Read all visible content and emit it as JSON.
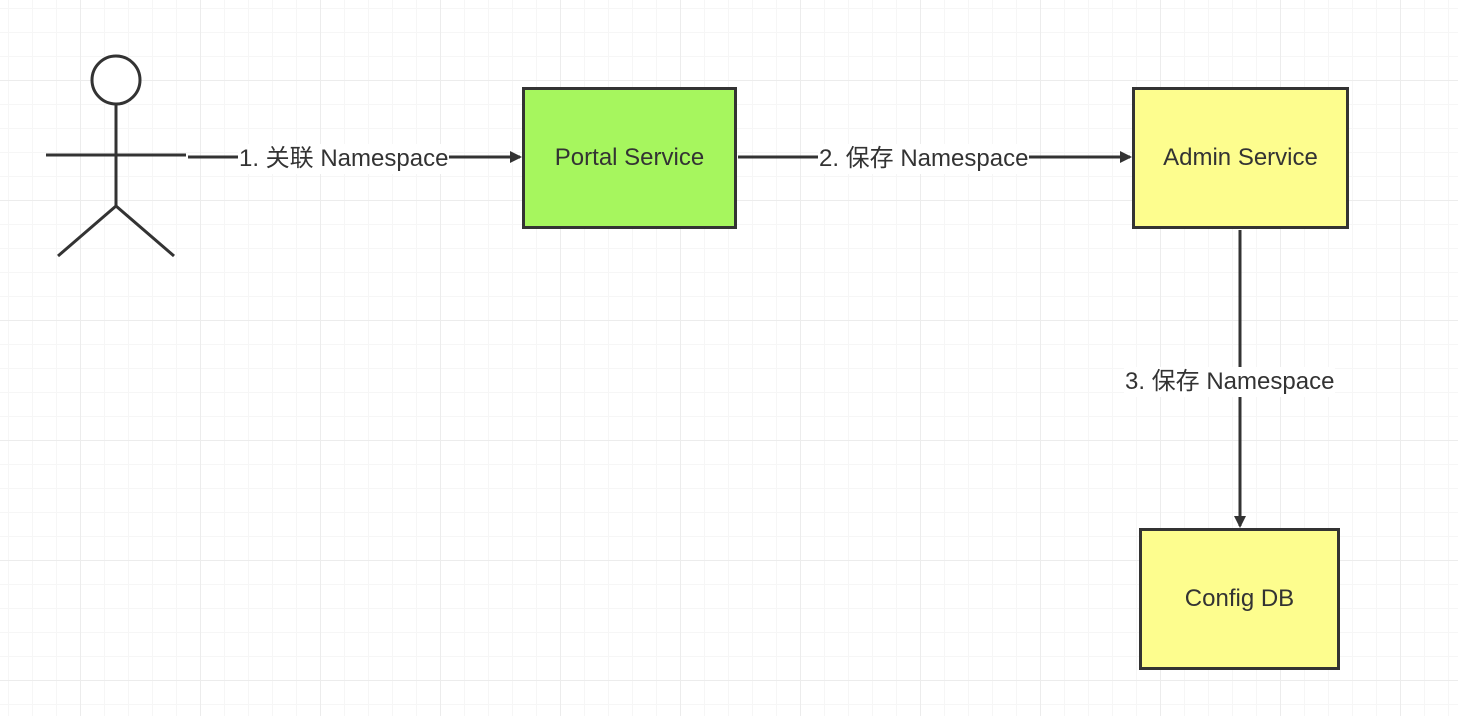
{
  "colors": {
    "stroke": "#333333",
    "portal_fill": "#a6f65e",
    "store_fill": "#fdfd8e"
  },
  "icons": {
    "actor": "stick-figure-icon"
  },
  "nodes": {
    "portal": {
      "label": "Portal Service"
    },
    "admin": {
      "label": "Admin Service"
    },
    "db": {
      "label": "Config DB"
    }
  },
  "edges": [
    {
      "label": "1. 关联 Namespace"
    },
    {
      "label": "2. 保存 Namespace"
    },
    {
      "label": "3. 保存 Namespace"
    }
  ]
}
